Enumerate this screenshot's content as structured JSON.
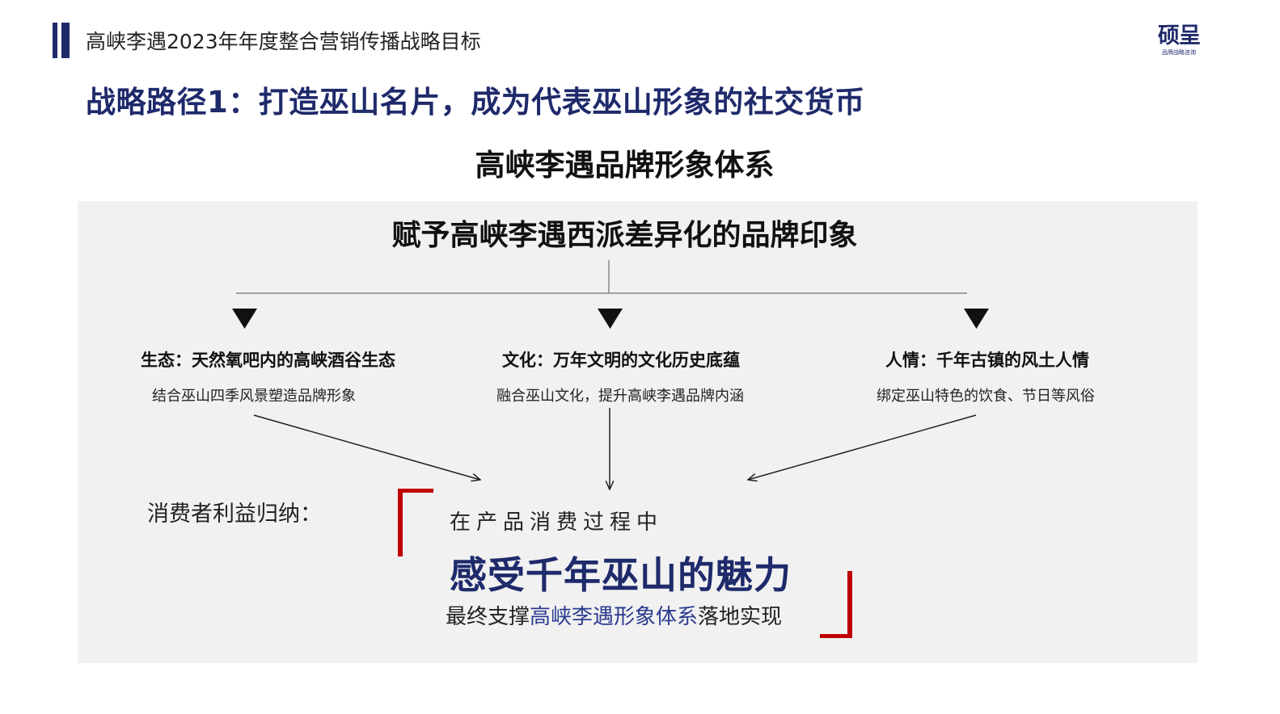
{
  "header": {
    "title": "高峡李遇2023年年度整合营销传播战略目标",
    "logo_text": "硕呈",
    "logo_subtext": "品牌战略咨询"
  },
  "strategy_title": "战略路径1：打造巫山名片，成为代表巫山形象的社交货币",
  "section_title": "高峡李遇品牌形象体系",
  "panel": {
    "subheading": "赋予高峡李遇西派差异化的品牌印象",
    "columns": [
      {
        "title": "生态：天然氧吧内的高峡酒谷生态",
        "description": "结合巫山四季风景塑造品牌形象"
      },
      {
        "title": "文化：万年文明的文化历史底蕴",
        "description": "融合巫山文化，提升高峡李遇品牌内涵"
      },
      {
        "title": "人情：千年古镇的风土人情",
        "description": "绑定巫山特色的饮食、节日等风俗"
      }
    ],
    "benefit_label": "消费者利益归纳：",
    "in_process": "在产品消费过程中",
    "core_benefit": "感受千年巫山的魅力",
    "support_prefix": "最终支撑",
    "support_highlight": "高峡李遇形象体系",
    "support_suffix": "落地实现"
  },
  "colors": {
    "brand_navy": "#1f2a6b",
    "bracket_red": "#c00000",
    "panel_bg": "#f1f1f1"
  }
}
